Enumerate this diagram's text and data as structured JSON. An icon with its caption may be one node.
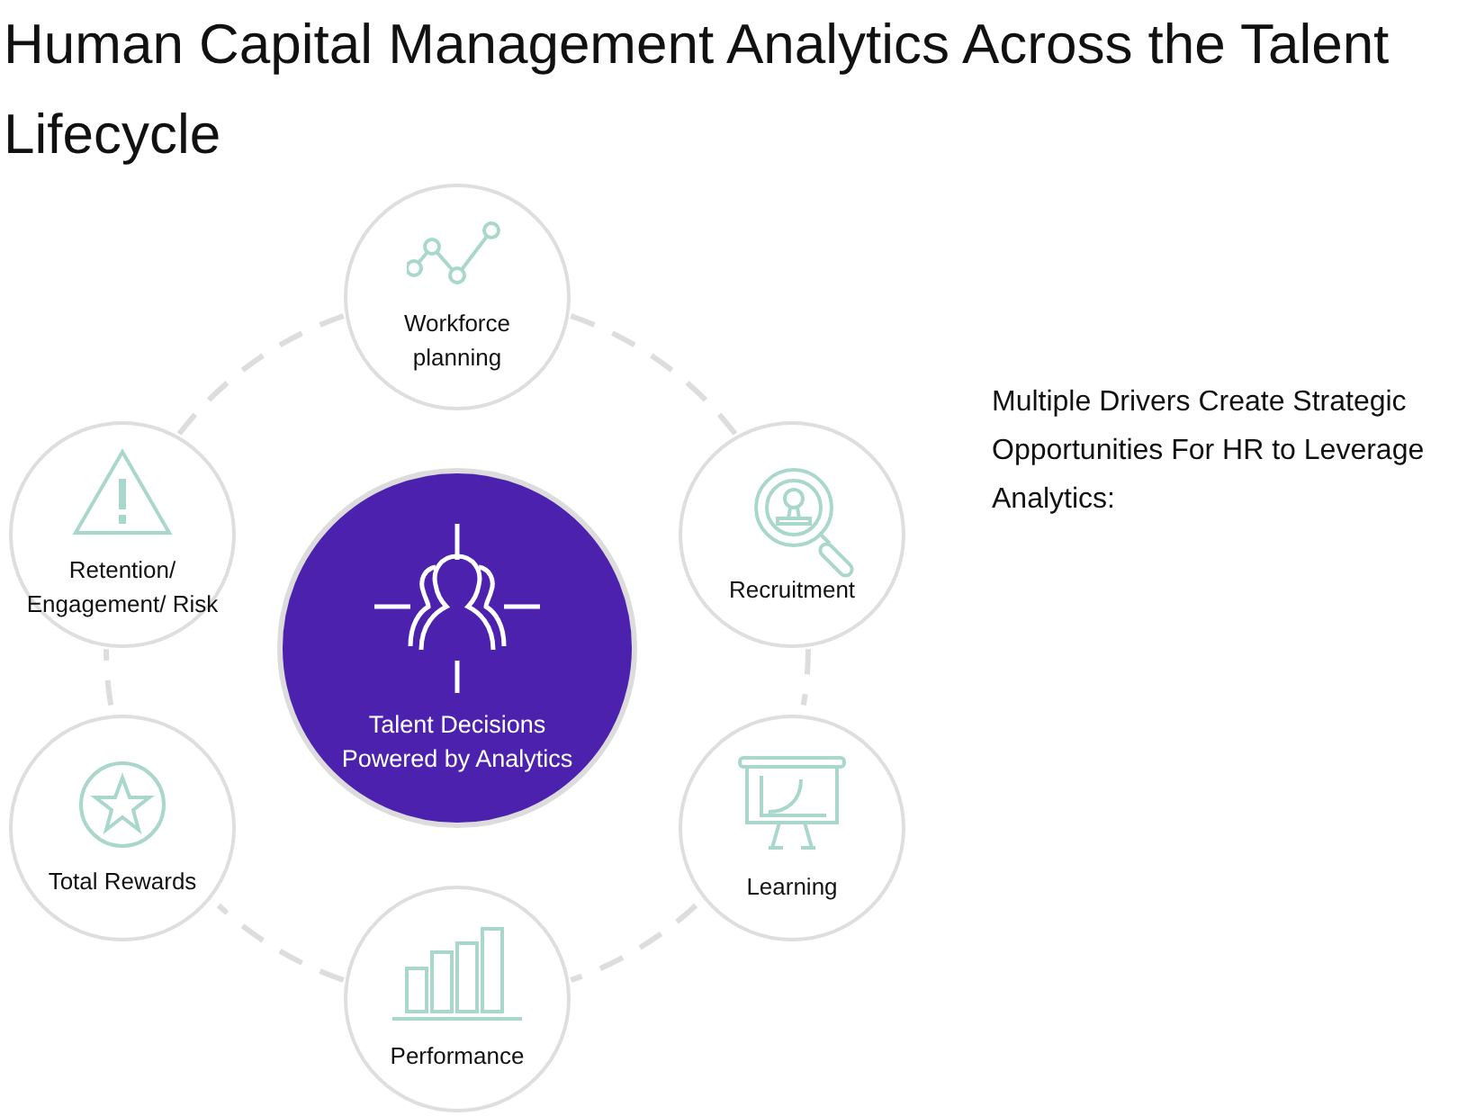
{
  "diagram": {
    "title": "Human Capital Management Analytics Across the Talent Lifecycle",
    "nodes": [
      {
        "text": [
          "Talent Decisions Powered by Analytics"
        ]
      },
      {
        "text": [
          "Workforce planning"
        ]
      },
      {
        "text": [
          "Recruitment"
        ]
      },
      {
        "text": [
          "Learning"
        ]
      },
      {
        "text": [
          "Performance"
        ]
      },
      {
        "text": [
          "Total Rewards"
        ]
      },
      {
        "text": [
          "Retention/ Engagement/ Risk"
        ]
      }
    ],
    "edges": [
      {
        "from": 1,
        "to": 2,
        "arrow": "none",
        "style": "dashed"
      },
      {
        "from": 2,
        "to": 3,
        "arrow": "none",
        "style": "dashed"
      },
      {
        "from": 3,
        "to": 4,
        "arrow": "none",
        "style": "dashed"
      },
      {
        "from": 4,
        "to": 5,
        "arrow": "none",
        "style": "dashed"
      },
      {
        "from": 5,
        "to": 6,
        "arrow": "none",
        "style": "dashed"
      },
      {
        "from": 6,
        "to": 1,
        "arrow": "none",
        "style": "dashed"
      }
    ],
    "labels": [
      "Multiple Drivers Create Strategic Opportunities For HR to Leverage Analytics:"
    ]
  }
}
